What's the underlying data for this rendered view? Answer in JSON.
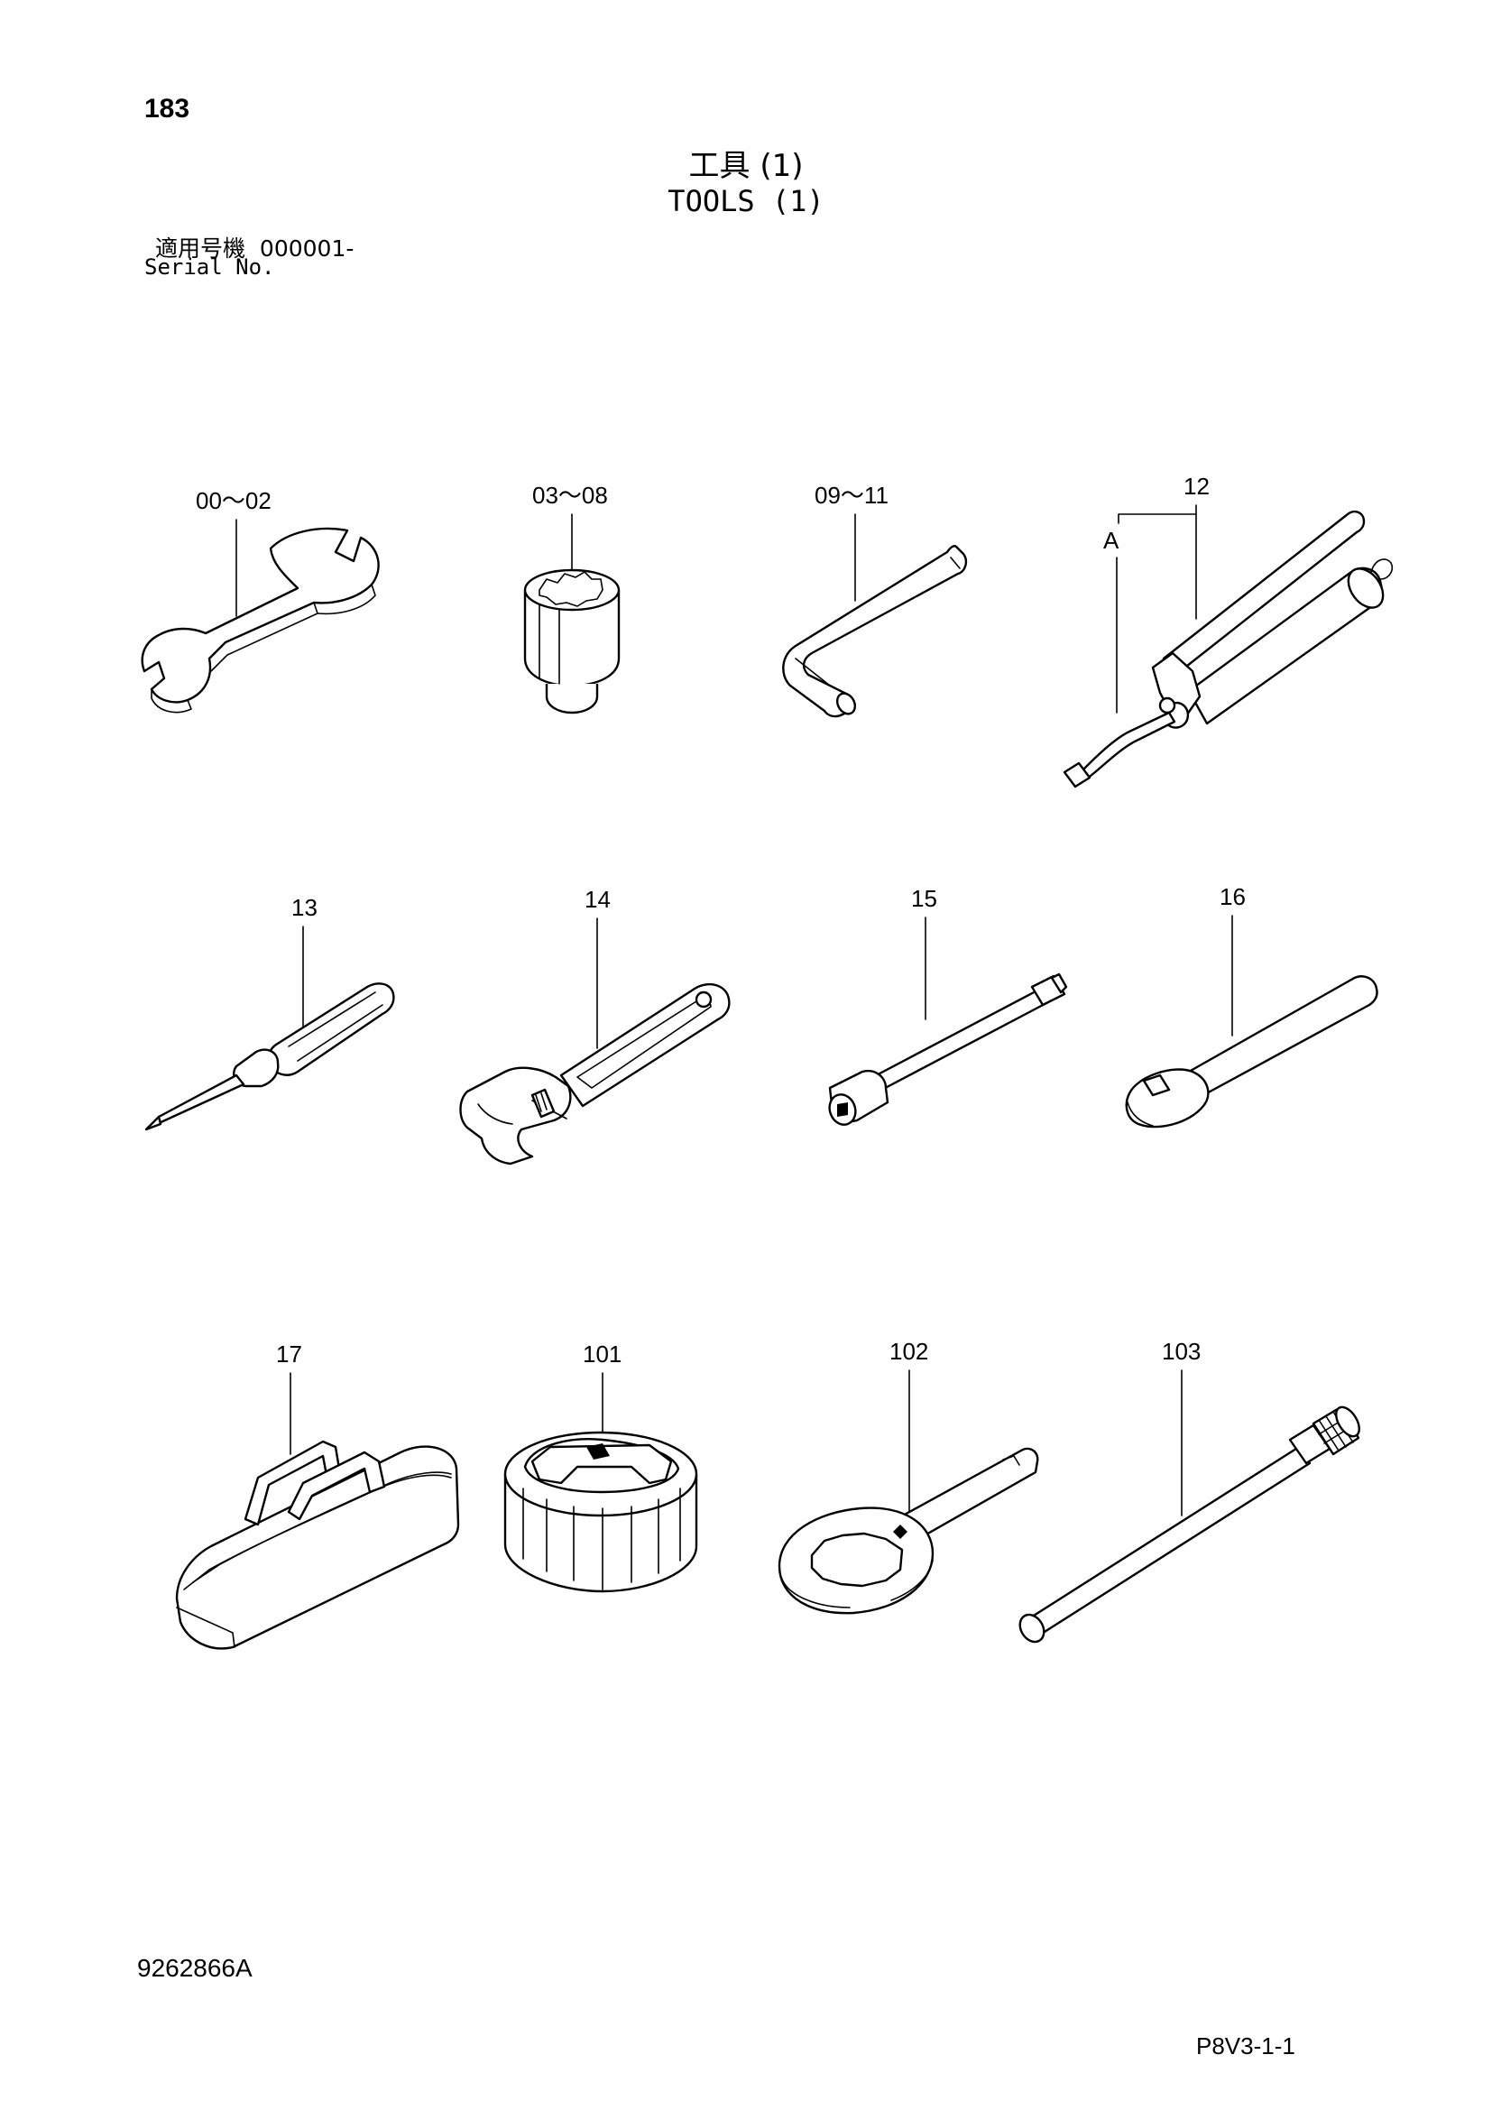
{
  "header": {
    "page_number": "183",
    "title_jp": "工具 (1)",
    "title_en": "TOOLS (1)",
    "serial_label_jp": "適用号機",
    "serial_range": "000001-",
    "serial_label_en": "Serial No."
  },
  "callouts": {
    "wrench": "00～02",
    "socket": "03～08",
    "hex_key": "09～11",
    "grease_gun": "12",
    "grease_gun_ref": "A",
    "screwdriver": "13",
    "adjustable_wrench": "14",
    "extension_bar": "15",
    "ratchet_handle": "16",
    "tool_bag": "17",
    "filter_wrench": "101",
    "ring_wrench": "102",
    "extension_rod": "103"
  },
  "footer": {
    "doc_number": "9262866A",
    "page_code": "P8V3-1-1"
  }
}
